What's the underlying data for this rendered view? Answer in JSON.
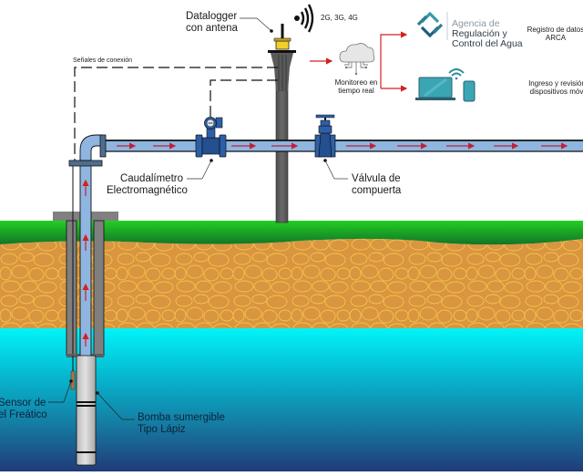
{
  "diagram": {
    "title": "Sistema de monitoreo de pozo con datalogger",
    "labels": {
      "datalogger": [
        "Datalogger",
        "con antena"
      ],
      "network": "2G, 3G, 4G",
      "signals": "Señales de conexión",
      "monitoring": [
        "Monitoreo en",
        "tiempo real"
      ],
      "agency": [
        "Agencia de",
        "Regulación y",
        "Control del Agua"
      ],
      "registry": [
        "Registro de datos",
        "ARCA"
      ],
      "mobile": [
        "Ingreso y revisión de",
        "dispositivos móviles"
      ],
      "flowmeter": [
        "Caudalímetro",
        "Electromagnético"
      ],
      "valve": [
        "Válvula de",
        "compuerta"
      ],
      "sensor": [
        "Sensor de",
        "el Freático"
      ],
      "pump": [
        "Bomba sumergible",
        "Tipo Lápiz"
      ]
    },
    "components": [
      {
        "id": "datalogger",
        "icon": "antenna-datalogger-icon"
      },
      {
        "id": "signal",
        "icon": "wireless-signal-icon"
      },
      {
        "id": "cloud",
        "icon": "cloud-network-icon"
      },
      {
        "id": "agency-logo",
        "icon": "arca-logo-icon"
      },
      {
        "id": "laptop",
        "icon": "laptop-icon"
      },
      {
        "id": "wifi",
        "icon": "wifi-icon"
      },
      {
        "id": "phone",
        "icon": "smartphone-icon"
      },
      {
        "id": "flowmeter",
        "icon": "electromagnetic-flowmeter-icon"
      },
      {
        "id": "valve",
        "icon": "gate-valve-icon"
      },
      {
        "id": "pump",
        "icon": "submersible-pump-icon"
      },
      {
        "id": "sensor",
        "icon": "level-sensor-icon"
      }
    ],
    "colors": {
      "pipe": "#8fb6e0",
      "pipe_outline": "#111111",
      "flow_arrow": "#c0223a",
      "data_arrow": "#d42020",
      "grass_top": "#22cc22",
      "grass_bottom": "#157a2a",
      "soil": "#d9953f",
      "soil_stone_line": "#f2c24a",
      "water_top": "#00f4f8",
      "water_bottom": "#1f3a78",
      "pole": "#5a5a5a",
      "casing": "#7f7f7f",
      "device_blue": "#2d5fa8",
      "logo_teal": "#2a7f8c",
      "laptop_teal": "#3aa6b4"
    }
  }
}
